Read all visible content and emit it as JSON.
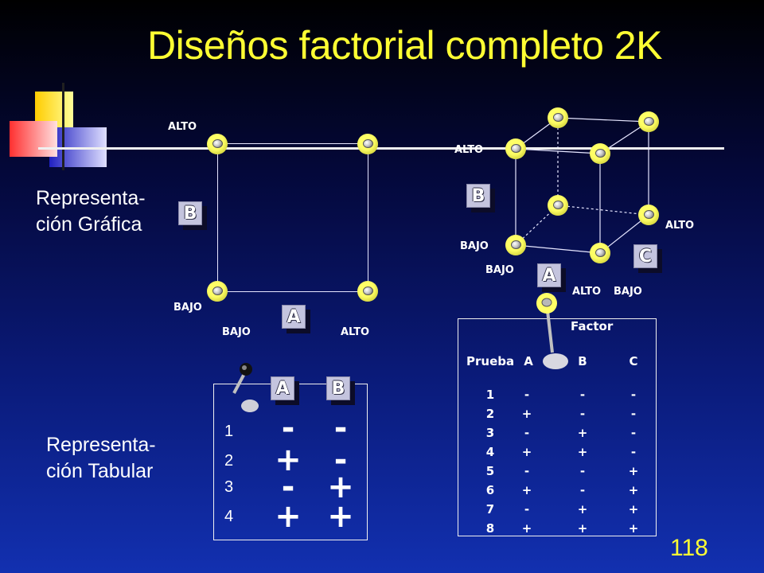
{
  "title": "Diseños factorial completo 2K",
  "slide_number": "118",
  "graphic_label_line1": "Representa-",
  "graphic_label_line2": "ción Gráfica",
  "tabular_label_line1": "Representa-",
  "tabular_label_line2": "ción Tabular",
  "square": {
    "b_high": "ALTO",
    "b_low": "BAJO",
    "a_low": "BAJO",
    "a_high": "ALTO",
    "factor_b": "B",
    "factor_a": "A"
  },
  "cube": {
    "b_high": "ALTO",
    "b_low": "BAJO",
    "a_low": "BAJO",
    "a_high": "ALTO",
    "c_low": "BAJO",
    "c_high": "ALTO",
    "factor_a": "A",
    "factor_b": "B",
    "factor_c": "C"
  },
  "table2": {
    "headers": [
      "A",
      "B"
    ],
    "rows": [
      {
        "n": "1",
        "a": "-",
        "b": "-"
      },
      {
        "n": "2",
        "a": "+",
        "b": "-"
      },
      {
        "n": "3",
        "a": "-",
        "b": "+"
      },
      {
        "n": "4",
        "a": "+",
        "b": "+"
      }
    ]
  },
  "table3": {
    "factor_label": "Factor",
    "prueba_label": "Prueba",
    "headers": [
      "A",
      "B",
      "C"
    ],
    "rows": [
      {
        "n": "1",
        "a": "-",
        "b": "-",
        "c": "-"
      },
      {
        "n": "2",
        "a": "+",
        "b": "-",
        "c": "-"
      },
      {
        "n": "3",
        "a": "-",
        "b": "+",
        "c": "-"
      },
      {
        "n": "4",
        "a": "+",
        "b": "+",
        "c": "-"
      },
      {
        "n": "5",
        "a": "-",
        "b": "-",
        "c": "+"
      },
      {
        "n": "6",
        "a": "+",
        "b": "-",
        "c": "+"
      },
      {
        "n": "7",
        "a": "-",
        "b": "+",
        "c": "+"
      },
      {
        "n": "8",
        "a": "+",
        "b": "+",
        "c": "+"
      }
    ]
  },
  "colors": {
    "title": "#ffff33",
    "node": "#ffff66"
  }
}
